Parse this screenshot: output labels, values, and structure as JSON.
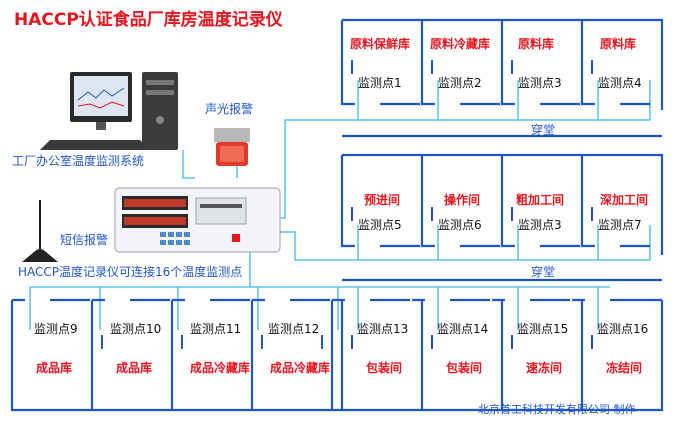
{
  "title": "HACCP认证食品厂库房温度记录仪",
  "labels": {
    "office_system": "工厂办公室温度监测系统",
    "alarm": "声光报警",
    "sms_alarm": "短信报警",
    "recorder_caption": "HACCP温度记录仪可连接16个温度监测点",
    "corridor_upper": "穿堂",
    "corridor_lower": "穿堂",
    "credit": "北京首工科技开发有限公司 制作"
  },
  "rooms_top": [
    {
      "name": "原料保鲜库",
      "sensor": "监测点1"
    },
    {
      "name": "原料冷藏库",
      "sensor": "监测点2"
    },
    {
      "name": "原料库",
      "sensor": "监测点3"
    },
    {
      "name": "原料库",
      "sensor": "监测点4"
    }
  ],
  "rooms_mid": [
    {
      "name": "预进间",
      "sensor": "监测点5"
    },
    {
      "name": "操作间",
      "sensor": "监测点6"
    },
    {
      "name": "粗加工间",
      "sensor": "监测点3"
    },
    {
      "name": "深加工间",
      "sensor": "监测点7"
    }
  ],
  "rooms_bottom": [
    {
      "sensor": "监测点9",
      "name": "成品库"
    },
    {
      "sensor": "监测点10",
      "name": "成品库"
    },
    {
      "sensor": "监测点11",
      "name": "成品冷藏库"
    },
    {
      "sensor": "监测点12",
      "name": "成品冷藏库"
    },
    {
      "sensor": "监测点13",
      "name": "包装间"
    },
    {
      "sensor": "监测点14",
      "name": "包装间"
    },
    {
      "sensor": "监测点15",
      "name": "速冻间"
    },
    {
      "sensor": "监测点16",
      "name": "冻结间"
    }
  ],
  "colors": {
    "wall": "#1f55c8",
    "cable": "#3fb7e8",
    "title": "#e8141e",
    "label": "#1f55c8"
  }
}
